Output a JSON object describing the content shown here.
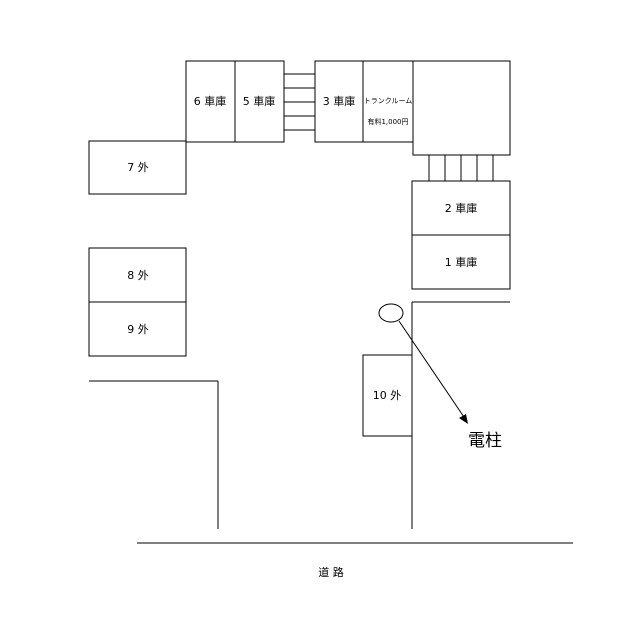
{
  "spaces": {
    "s6": "6 車庫",
    "s5": "5 車庫",
    "s3": "3 車庫",
    "trunk_room": "トランクルーム",
    "trunk_price": "有料1,000円",
    "s2": "2 車庫",
    "s1": "1 車庫",
    "s7": "7 外",
    "s8": "8 外",
    "s9": "9 外",
    "s10": "10 外"
  },
  "labels": {
    "utility_pole": "電柱",
    "road": "道 路"
  }
}
